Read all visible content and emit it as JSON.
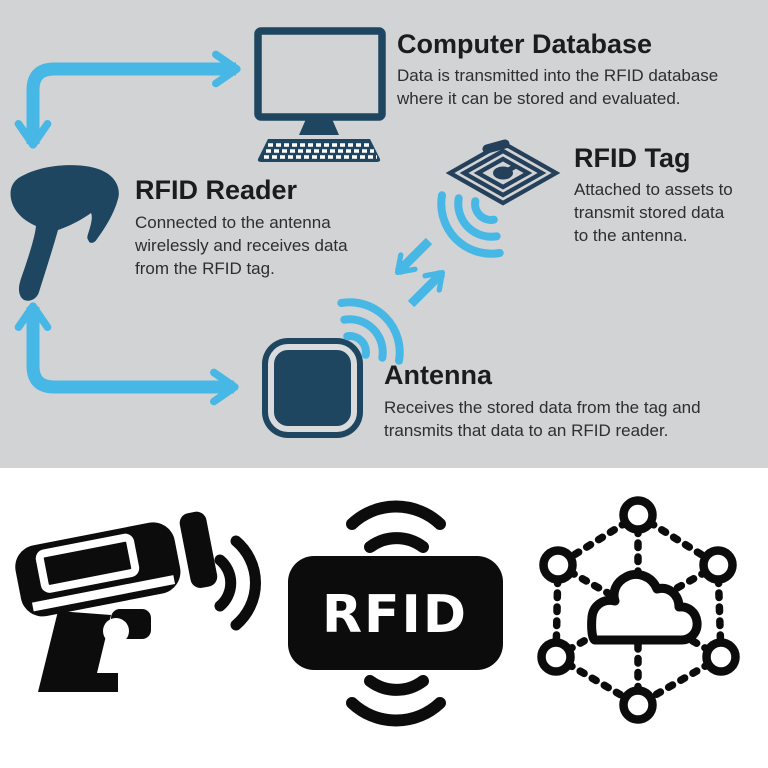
{
  "infographic": {
    "sections": {
      "computer_database": {
        "title": "Computer Database",
        "desc_lines": [
          "Data is transmitted into the RFID database",
          "where it can be stored and evaluated."
        ]
      },
      "rfid_reader": {
        "title": "RFID Reader",
        "desc_lines": [
          "Connected to the antenna",
          "wirelessly and receives data",
          "from the RFID tag."
        ]
      },
      "rfid_tag": {
        "title": "RFID Tag",
        "desc_lines": [
          "Attached to assets to",
          "transmit stored data",
          "to the antenna."
        ]
      },
      "antenna": {
        "title": "Antenna",
        "desc_lines": [
          "Receives the stored data from the tag and",
          "transmits that data to an RFID reader."
        ]
      }
    },
    "icons": [
      "computer-monitor-keyboard-icon",
      "handheld-rfid-reader-icon",
      "rfid-tag-coil-icon",
      "antenna-pad-icon",
      "signal-waves-icon",
      "bidirectional-elbow-arrow"
    ],
    "colors": {
      "panel_bg": "#d2d3d4",
      "navy": "#1e4660",
      "arrow_blue": "#47b7e6",
      "heading_text": "#1c1c1c",
      "body_text": "#2e2e2e"
    }
  },
  "icon_strip": {
    "rfid_badge_label": "RFID",
    "icons": [
      "rfid-scanner-gun-icon",
      "rfid-signal-badge-icon",
      "cloud-network-icon"
    ],
    "icon_color": "#0c0c0c",
    "background": "#ffffff"
  }
}
